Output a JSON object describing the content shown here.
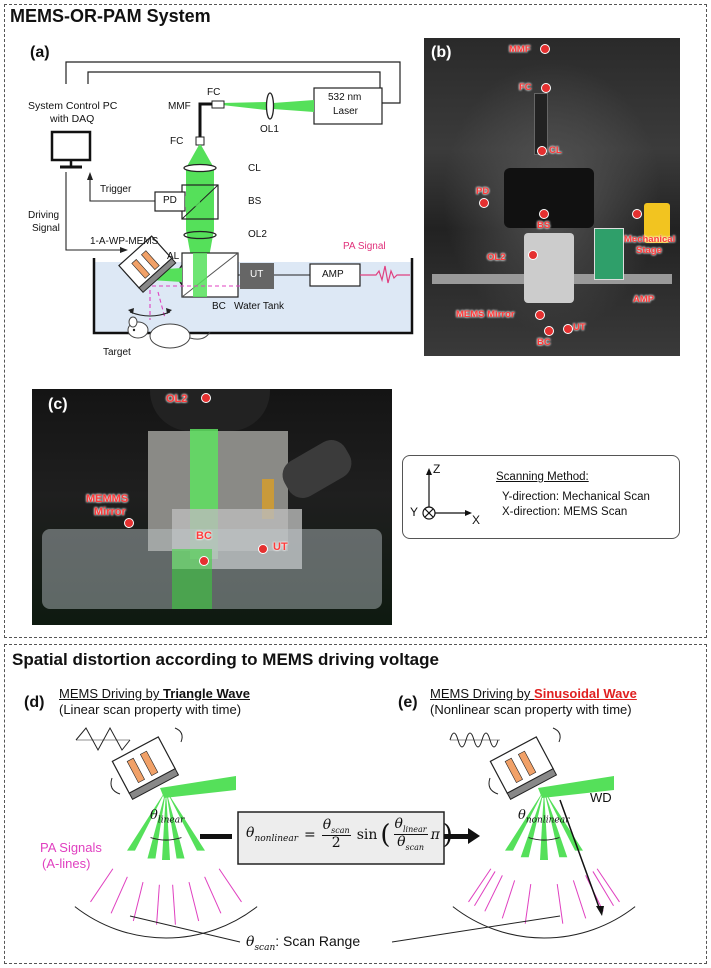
{
  "top": {
    "title": "MEMS-OR-PAM System",
    "panel_a": {
      "label": "(a)",
      "pc": "System Control PC",
      "pc2": "with DAQ",
      "laser": "532 nm",
      "laser2": "Laser",
      "ol1": "OL1",
      "fc_top": "FC",
      "mmf": "MMF",
      "fc_left": "FC",
      "cl": "CL",
      "trigger": "Trigger",
      "pd": "PD",
      "bs": "BS",
      "driving": "Driving",
      "driving2": "Signal",
      "ol2": "OL2",
      "wp_mems": "1-A-WP-MEMS",
      "al": "AL",
      "ut": "UT",
      "amp": "AMP",
      "pa_signal": "PA Signal",
      "bc": "BC",
      "water_tank": "Water Tank",
      "target": "Target"
    },
    "panel_b": {
      "label": "(b)",
      "mmf": "MMF",
      "fc": "FC",
      "cl": "CL",
      "pd": "PD",
      "bs": "BS",
      "mech": "Mechanical",
      "mech2": "Stage",
      "ol2": "OL2",
      "amp": "AMP",
      "mems": "MEMS Mirror",
      "ut": "UT",
      "bc": "BC"
    },
    "panel_c": {
      "label": "(c)",
      "ol2": "OL2",
      "memms": "MEMMS",
      "mirror": "Mirror",
      "bc": "BC",
      "ut": "UT"
    },
    "legend": {
      "z": "Z",
      "y": "Y",
      "x": "X",
      "heading": "Scanning Method:",
      "line1": "Y-direction: Mechanical Scan",
      "line2": "X-direction: MEMS Scan"
    }
  },
  "bottom": {
    "title": "Spatial distortion according to MEMS driving voltage",
    "panel_d": {
      "label": "(d)",
      "head_prefix": "MEMS Driving by ",
      "head_bold": "Triangle Wave",
      "sub": "(Linear scan property with time)",
      "theta": "θ",
      "theta_sub": "linear",
      "pa": "PA Signals",
      "pa2": "(A-lines)"
    },
    "panel_e": {
      "label": "(e)",
      "head_prefix": "MEMS Driving by ",
      "head_bold": "Sinusoidal Wave",
      "sub": "(Nonlinear scan property with time)",
      "theta": "θ",
      "theta_sub": "nonlinear",
      "wd": "WD"
    },
    "equation": {
      "lhs": "θ",
      "lhs_sub": "nonlinear",
      "eq": "=",
      "num": "θ",
      "num_sub": "scan",
      "den": "2",
      "sin": "sin",
      "in_num": "θ",
      "in_num_sub": "linear",
      "in_den": "θ",
      "in_den_sub": "scan",
      "pi": "π"
    },
    "scan_range": {
      "theta": "θ",
      "sub": "scan",
      "text": ": Scan Range"
    }
  },
  "colors": {
    "green": "#55e05a",
    "pink": "#e040c0",
    "red": "#e02020",
    "panel_bg": "#ededed"
  }
}
